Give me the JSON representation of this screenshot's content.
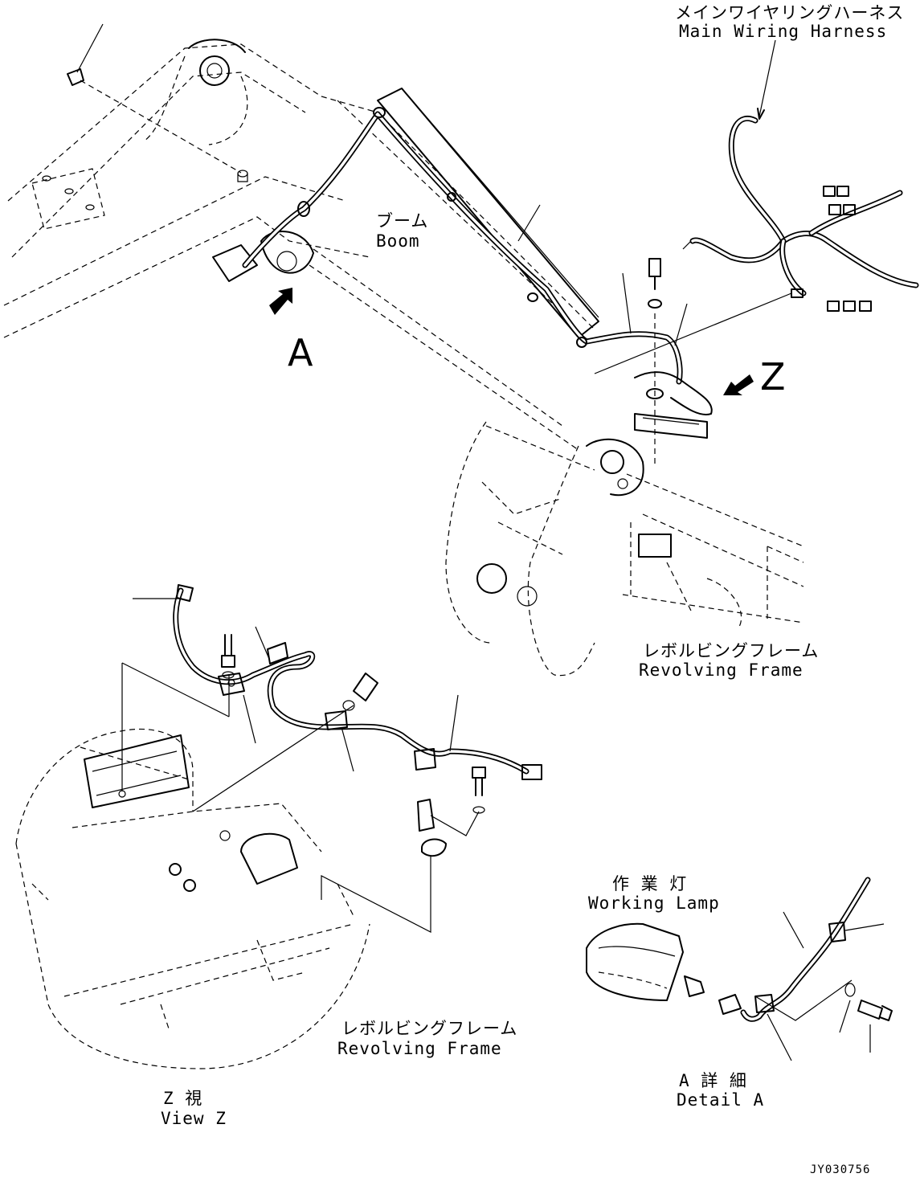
{
  "labels": {
    "main_harness_jp": "メインワイヤリングハーネス",
    "main_harness_en": "Main Wiring Harness",
    "boom_jp": "ブーム",
    "boom_en": "Boom",
    "view_a_letter": "A",
    "view_z_letter": "Z",
    "revolving_frame_top_jp": "レボルビングフレーム",
    "revolving_frame_top_en": "Revolving Frame",
    "revolving_frame_bottom_jp": "レボルビングフレーム",
    "revolving_frame_bottom_en": "Revolving Frame",
    "working_lamp_jp": "作 業 灯",
    "working_lamp_en": "Working Lamp",
    "view_z_jp": "Z 視",
    "view_z_en": "View Z",
    "detail_a_jp": "A 詳 細",
    "detail_a_en": "Detail A",
    "drawing_code": "JY030756"
  },
  "icons": [
    "view-arrow-icon"
  ],
  "colors": {
    "line": "#000000",
    "background": "#ffffff"
  }
}
